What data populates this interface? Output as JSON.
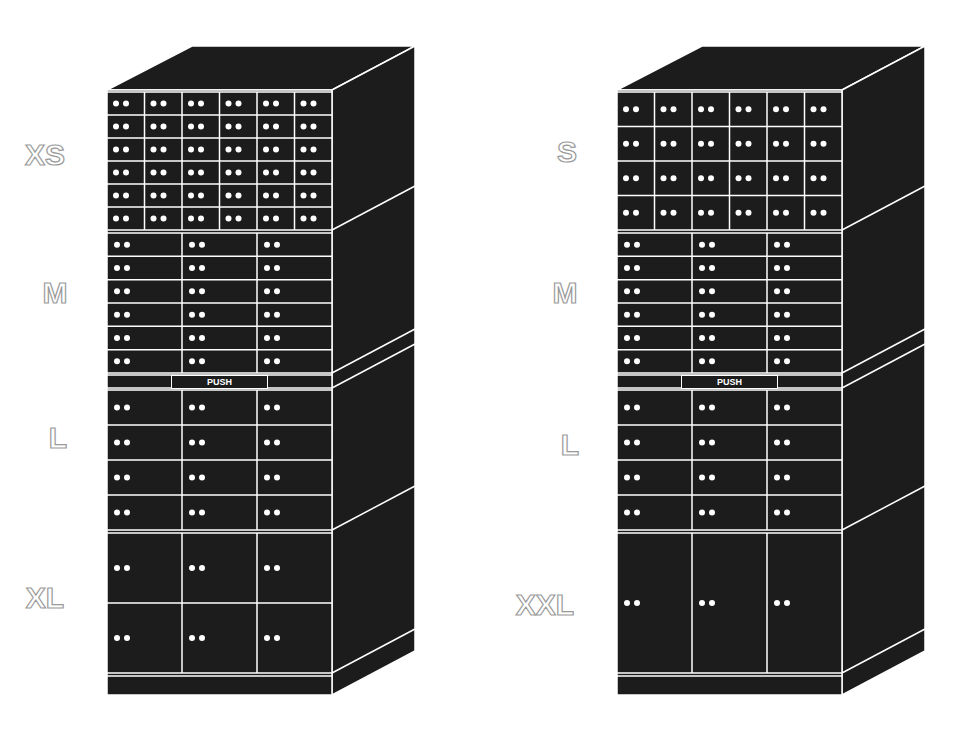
{
  "diagram": {
    "nodes": [
      {
        "text": [
          "PUSH"
        ]
      },
      {
        "text": [
          "PUSH"
        ]
      }
    ],
    "labels": [
      "XS",
      "M",
      "L",
      "XL",
      "S",
      "M",
      "L",
      "XXL"
    ]
  }
}
